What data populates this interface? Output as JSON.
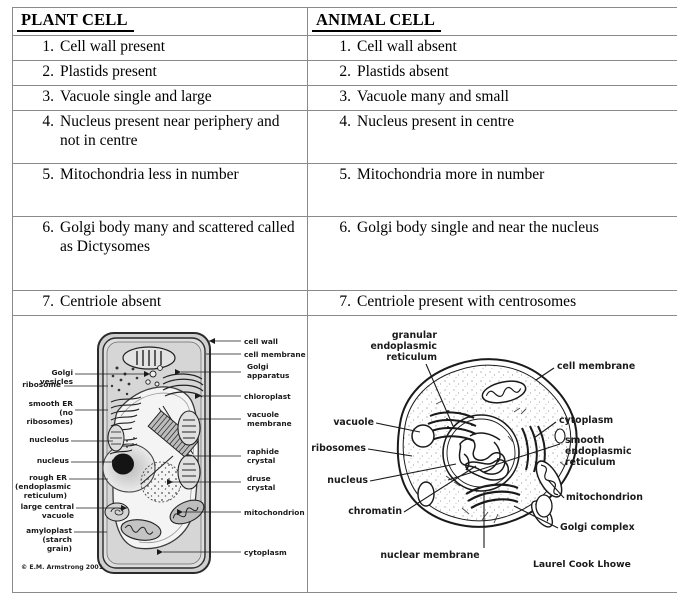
{
  "table": {
    "headers": {
      "left": "PLANT CELL",
      "right": "ANIMAL CELL"
    },
    "rows": [
      {
        "num": "1.",
        "left": "Cell wall present",
        "right": "Cell wall absent"
      },
      {
        "num": "2.",
        "left": "Plastids present",
        "right": "Plastids absent"
      },
      {
        "num": "3.",
        "left": "Vacuole single and large",
        "right": "Vacuole many and small"
      },
      {
        "num": "4.",
        "left": "Nucleus present near periphery and not in centre",
        "right": "Nucleus present in centre"
      },
      {
        "num": "5.",
        "left": "Mitochondria less in number",
        "right": "Mitochondria more in number"
      },
      {
        "num": "6.",
        "left": "Golgi body many and scattered called as Dictysomes",
        "right": "Golgi body single and near the nucleus"
      },
      {
        "num": "7.",
        "left": "Centriole absent",
        "right": "Centriole present with centrosomes"
      }
    ]
  },
  "plant_diagram": {
    "labels_left": [
      "Golgi vesicles",
      "ribosome",
      "smooth ER\n(no ribosomes)",
      "nucleolus",
      "nucleus",
      "rough ER\n(endoplasmic\nreticulum)",
      "large central\nvacuole",
      "amyloplast\n(starch grain)"
    ],
    "labels_right": [
      "cell wall",
      "cell membrane",
      "Golgi\napparatus",
      "chloroplast",
      "vacuole\nmembrane",
      "raphide\ncrystal",
      "druse\ncrystal",
      "mitochondrion",
      "cytoplasm"
    ],
    "credit": "E.M. Armstrong 2001"
  },
  "animal_diagram": {
    "labels_left": [
      "granular\nendoplasmic\nreticulum",
      "vacuole",
      "ribosomes",
      "nucleus",
      "chromatin",
      "nuclear membrane"
    ],
    "labels_right": [
      "cell membrane",
      "cytoplasm",
      "smooth\nendoplasmic\nreticulum",
      "mitochondrion",
      "Golgi complex"
    ],
    "credit": "Laurel Cook Lhowe"
  },
  "colors": {
    "border": "#8a8a8a",
    "text": "#000000",
    "diagram_ink": "#2b2b2b",
    "plant_fill": "#d8d8d8",
    "vacuole_fill": "#f2f2f2"
  }
}
